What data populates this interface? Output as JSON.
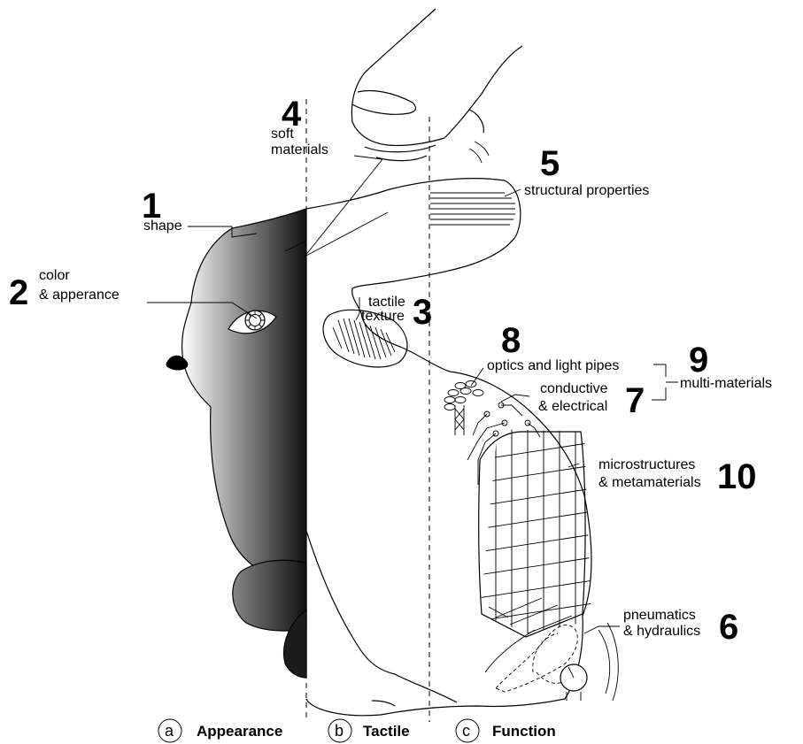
{
  "callouts": {
    "c1": {
      "number": "1",
      "label": "shape"
    },
    "c2": {
      "number": "2",
      "label_line1": "color",
      "label_line2": "& apperance"
    },
    "c3": {
      "number": "3",
      "label_line1": "tactile",
      "label_line2": "texture"
    },
    "c4": {
      "number": "4",
      "label_line1": "soft",
      "label_line2": "materials"
    },
    "c5": {
      "number": "5",
      "label": "structural properties"
    },
    "c6": {
      "number": "6",
      "label_line1": "pneumatics",
      "label_line2": "& hydraulics"
    },
    "c7": {
      "number": "7",
      "label_line1": "conductive",
      "label_line2": "& electrical"
    },
    "c8": {
      "number": "8",
      "label": "optics and light pipes"
    },
    "c9": {
      "number": "9",
      "label": "multi-materials"
    },
    "c10": {
      "number": "10",
      "label_line1": "microstructures",
      "label_line2": "& metamaterials"
    }
  },
  "sections": [
    {
      "letter": "a",
      "label": "Appearance"
    },
    {
      "letter": "b",
      "label": "Tactile"
    },
    {
      "letter": "c",
      "label": "Function"
    }
  ],
  "colors": {
    "gradient_dark": "#111111",
    "gradient_light": "#ffffff",
    "line": "#000000"
  }
}
